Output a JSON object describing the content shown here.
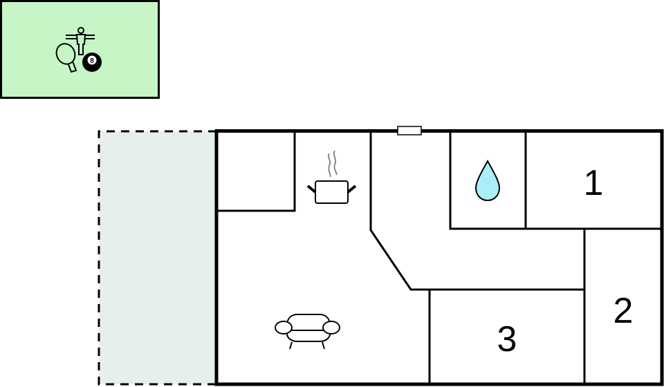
{
  "floorplan": {
    "colors": {
      "wall": "#000000",
      "activity_room_fill": "#c6f5c6",
      "terrace_fill": "#e6eeee",
      "water_drop_fill": "#aaeef8",
      "steam": "#888888",
      "room_fill": "#ffffff"
    },
    "activity_room": {
      "icons": [
        "table-football-icon",
        "ping-pong-paddle-icon",
        "billiard-8-ball-icon"
      ],
      "ball_number": "8"
    },
    "rooms": [
      {
        "id": "storage",
        "label": ""
      },
      {
        "id": "kitchen",
        "label": "",
        "icon": "cooking-pot-icon"
      },
      {
        "id": "hallway",
        "label": ""
      },
      {
        "id": "bathroom",
        "label": "",
        "icon": "water-drop-icon"
      },
      {
        "id": "bedroom-1",
        "label": "1"
      },
      {
        "id": "bedroom-2",
        "label": "2"
      },
      {
        "id": "bedroom-3",
        "label": "3"
      },
      {
        "id": "living-room",
        "label": "",
        "icon": "sofa-icon"
      }
    ],
    "terrace": {
      "label": "",
      "style": "dashed"
    }
  }
}
